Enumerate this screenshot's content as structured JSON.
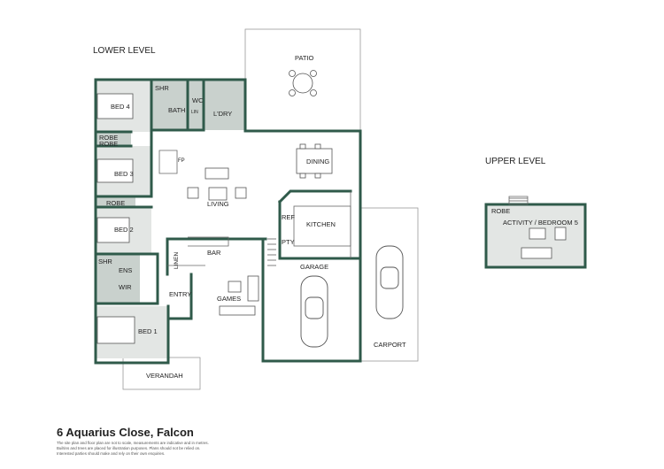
{
  "title": "6 Aquarius Close, Falcon",
  "disclaimer": [
    "The site plan and floor plan are not to scale, measurements are indicative and in metres.",
    "Builtins and trees are placed for illustration purposes. Plans should not be relied on.",
    "Interested parties should make and rely on their own enquiries."
  ],
  "levels": {
    "lower": "LOWER LEVEL",
    "upper": "UPPER LEVEL"
  },
  "rooms": {
    "patio": "PATIO",
    "bed4": "BED 4",
    "shr_upper": "SHR",
    "bath": "BATH",
    "wc": "WC",
    "lin_small": "LIN",
    "ldry": "L'DRY",
    "robe_bed4": "ROBE",
    "robe_bed3": "ROBE",
    "bed3": "BED 3",
    "fp": "FP",
    "dining": "DINING",
    "living": "LIVING",
    "robe_bed2": "ROBE",
    "bed2": "BED 2",
    "ref": "REF",
    "kitchen": "KITCHEN",
    "pty": "PTY",
    "shr_lower": "SHR",
    "linen": "LINEN",
    "bar": "BAR",
    "ens": "ENS",
    "wir": "WIR",
    "garage": "GARAGE",
    "entry": "ENTRY",
    "games": "GAMES",
    "bed1": "BED 1",
    "carport": "CARPORT",
    "verandah": "VERANDAH",
    "robe_upper": "ROBE",
    "activity": "ACTIVITY / BEDROOM 5"
  },
  "colors": {
    "wall": "#2f5a4a",
    "wet_area": "#c9d1cd",
    "bedroom_floor": "#e3e6e4",
    "outline": "#888888"
  }
}
